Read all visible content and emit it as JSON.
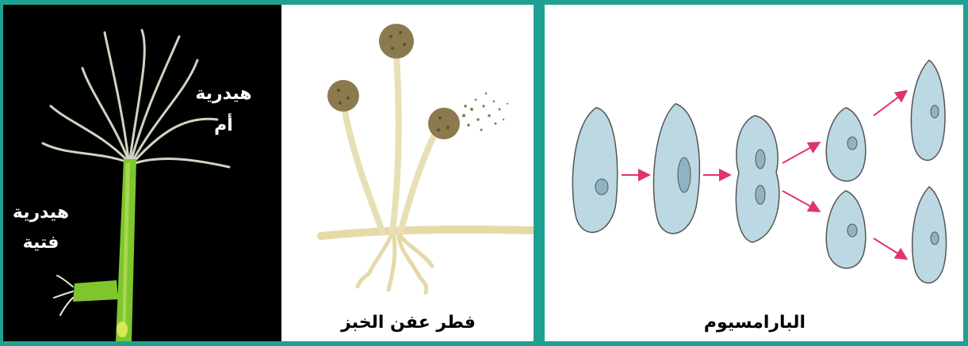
{
  "panels": {
    "hydra": {
      "label_parent_line1": "هيدرية",
      "label_parent_line2": "أم",
      "label_bud_line1": "هيدرية",
      "label_bud_line2": "فتية"
    },
    "mold": {
      "caption": "فطر عفن الخبز"
    },
    "paramecium": {
      "caption": "البارامسيوم"
    }
  },
  "colors": {
    "frame": "#1fa192",
    "hydra_bg": "#000000",
    "hydra_body": "#7fc62e",
    "cell_fill": "#bcd9e3",
    "arrow": "#e0336e",
    "mold_stalk": "#e9dfb5"
  },
  "icons": [
    "hydra-organism",
    "mold-fungus",
    "paramecium-cell",
    "arrow"
  ]
}
